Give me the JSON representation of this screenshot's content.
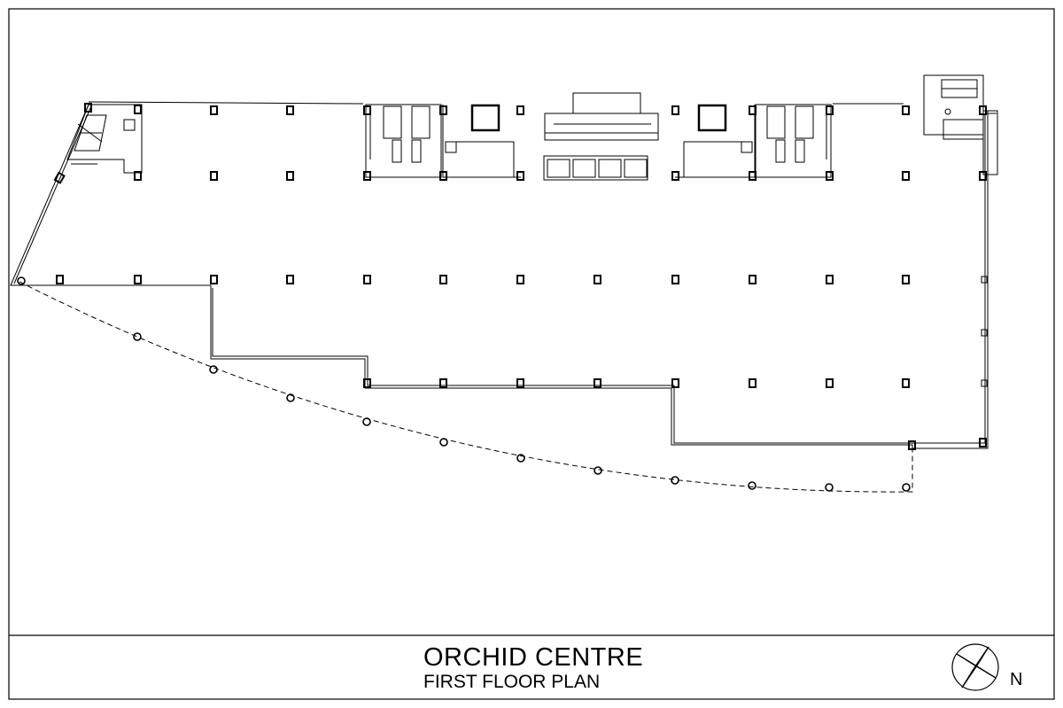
{
  "title_block": {
    "project_name": "ORCHID CENTRE",
    "drawing_title": "FIRST FLOOR PLAN",
    "north_label": "N"
  },
  "colors": {
    "line": "#000000",
    "background": "#ffffff"
  }
}
